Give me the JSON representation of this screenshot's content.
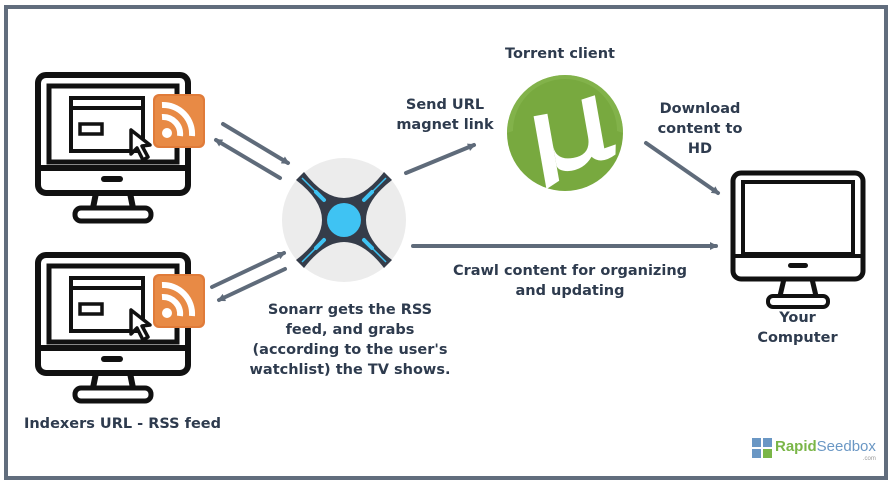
{
  "colors": {
    "border": "#616d7d",
    "text": "#2e3b4e",
    "arrow": "#5f6b7a",
    "rss_orange": "#e07b39",
    "sonarr_dark": "#353c49",
    "sonarr_blue": "#3fc3f3",
    "sonarr_bg": "#ececec",
    "utorrent_green": "#78a93f"
  },
  "diagram": {
    "indexers_label": "Indexers URL - RSS feed",
    "sonarr_caption": "Sonarr gets the RSS\nfeed, and grabs\n(according to the user's\nwatchlist) the TV shows.",
    "send_url_label": "Send URL\nmagnet link",
    "torrent_client_label": "Torrent client",
    "download_label": "Download\ncontent to\nHD",
    "crawl_label": "Crawl content for organizing\nand updating",
    "your_computer_label": "Your\nComputer"
  },
  "nodes": [
    {
      "id": "indexer-1",
      "icon": "monitor-rss-icon"
    },
    {
      "id": "indexer-2",
      "icon": "monitor-rss-icon"
    },
    {
      "id": "sonarr",
      "icon": "sonarr-logo-icon"
    },
    {
      "id": "torrent-client",
      "icon": "utorrent-logo-icon"
    },
    {
      "id": "your-computer",
      "icon": "monitor-icon"
    }
  ],
  "logo": {
    "brand_part1": "Rapid",
    "brand_part2": "Seedbox",
    "suffix": ".com"
  }
}
